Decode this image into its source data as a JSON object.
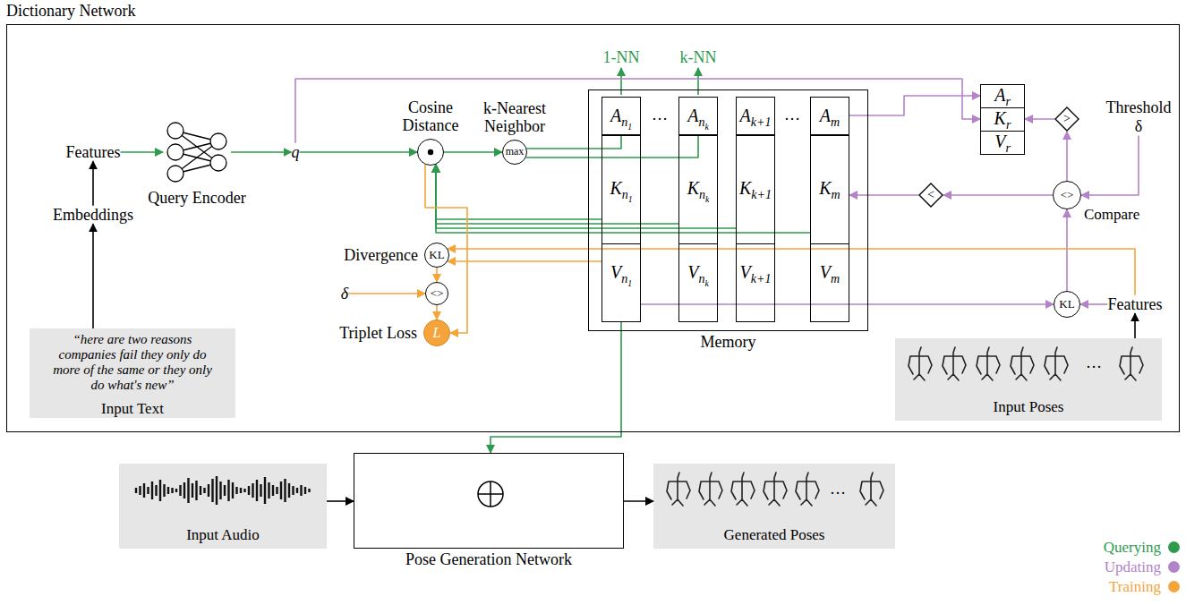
{
  "diagram": {
    "nodes": [
      {
        "text": [
          "Dictionary Network"
        ]
      },
      {
        "text": [
          "“here are two reasons companies fail they only do more of the same or they only do what's new”",
          "Input Text"
        ],
        "in": 0
      },
      {
        "text": [
          "Embeddings"
        ],
        "in": 0
      },
      {
        "text": [
          "Features"
        ],
        "in": 0
      },
      {
        "text": [
          "Query Encoder"
        ],
        "in": 0
      },
      {
        "text": [
          "q"
        ],
        "in": 0
      },
      {
        "text": [
          "Cosine Distance"
        ],
        "in": 0
      },
      {
        "text": [
          "k-Nearest Neighbor",
          "max"
        ],
        "in": 0
      },
      {
        "text": [
          "Memory"
        ],
        "in": 0
      },
      {
        "text": [
          "An1"
        ],
        "in": 8
      },
      {
        "text": [
          "Kn1"
        ],
        "in": 8
      },
      {
        "text": [
          "Vn1"
        ],
        "in": 8
      },
      {
        "text": [
          "Ank"
        ],
        "in": 8
      },
      {
        "text": [
          "Knk"
        ],
        "in": 8
      },
      {
        "text": [
          "Vnk"
        ],
        "in": 8
      },
      {
        "text": [
          "Ak+1"
        ],
        "in": 8
      },
      {
        "text": [
          "Kk+1"
        ],
        "in": 8
      },
      {
        "text": [
          "Vk+1"
        ],
        "in": 8
      },
      {
        "text": [
          "Am"
        ],
        "in": 8
      },
      {
        "text": [
          "Km"
        ],
        "in": 8
      },
      {
        "text": [
          "Vm"
        ],
        "in": 8
      },
      {
        "text": [
          "Ar"
        ],
        "in": 0
      },
      {
        "text": [
          "Kr"
        ],
        "in": 0
      },
      {
        "text": [
          "Vr"
        ],
        "in": 0
      },
      {
        "text": [
          ">"
        ],
        "in": 0
      },
      {
        "text": [
          "<"
        ],
        "in": 0
      },
      {
        "text": [
          "<>",
          "Compare"
        ],
        "in": 0
      },
      {
        "text": [
          "Threshold δ"
        ],
        "in": 0
      },
      {
        "text": [
          "KL"
        ],
        "in": 0
      },
      {
        "text": [
          "Features"
        ],
        "in": 0
      },
      {
        "text": [
          "Input Poses"
        ],
        "in": 0
      },
      {
        "text": [
          "Divergence",
          "KL"
        ],
        "in": 0
      },
      {
        "text": [
          "δ"
        ],
        "in": 0
      },
      {
        "text": [
          "<>"
        ],
        "in": 0
      },
      {
        "text": [
          "Triplet Loss",
          "L"
        ],
        "in": 0
      },
      {
        "text": [
          "Input Audio"
        ]
      },
      {
        "text": [
          "Pose Generation Network"
        ]
      },
      {
        "text": [
          "Generated Poses"
        ]
      }
    ],
    "edges": [
      {
        "from": 1,
        "to": 2,
        "arrow": "to"
      },
      {
        "from": 2,
        "to": 3,
        "arrow": "to"
      },
      {
        "from": 3,
        "to": 4,
        "arrow": "to"
      },
      {
        "from": 4,
        "to": 5,
        "arrow": "to"
      },
      {
        "from": 5,
        "to": 6,
        "arrow": "to"
      },
      {
        "from": 6,
        "to": 7,
        "arrow": "to"
      },
      {
        "from": 7,
        "to": 9,
        "arrow": "none"
      },
      {
        "from": 7,
        "to": 12,
        "arrow": "none"
      },
      {
        "from": 10,
        "to": 6,
        "arrow": "to"
      },
      {
        "from": 13,
        "to": 6,
        "arrow": "to"
      },
      {
        "from": 16,
        "to": 6,
        "arrow": "to"
      },
      {
        "from": 19,
        "to": 6,
        "arrow": "to"
      },
      {
        "from": 11,
        "to": 36,
        "arrow": "to"
      },
      {
        "from": 5,
        "to": 22,
        "arrow": "to"
      },
      {
        "from": 18,
        "to": 21,
        "arrow": "to"
      },
      {
        "from": 26,
        "to": 24,
        "arrow": "to"
      },
      {
        "from": 24,
        "to": 22,
        "arrow": "to"
      },
      {
        "from": 26,
        "to": 25,
        "arrow": "to"
      },
      {
        "from": 25,
        "to": 19,
        "arrow": "to"
      },
      {
        "from": 27,
        "to": 26,
        "arrow": "to"
      },
      {
        "from": 28,
        "to": 26,
        "arrow": "to"
      },
      {
        "from": 29,
        "to": 28,
        "arrow": "to"
      },
      {
        "from": 11,
        "to": 28,
        "arrow": "to"
      },
      {
        "from": 30,
        "to": 29,
        "arrow": "to"
      },
      {
        "from": 29,
        "to": 31,
        "arrow": "to"
      },
      {
        "from": 11,
        "to": 31,
        "arrow": "to"
      },
      {
        "from": 31,
        "to": 33,
        "arrow": "to"
      },
      {
        "from": 32,
        "to": 33,
        "arrow": "to"
      },
      {
        "from": 33,
        "to": 34,
        "arrow": "to"
      },
      {
        "from": 6,
        "to": 34,
        "arrow": "to"
      },
      {
        "from": 35,
        "to": 36,
        "arrow": "to"
      },
      {
        "from": 36,
        "to": 37,
        "arrow": "to"
      }
    ],
    "labels": [
      "1-NN",
      "k-NN",
      "…",
      "…",
      "…",
      "…"
    ],
    "legend": [
      {
        "text": "Querying",
        "color": "#2e9a4e"
      },
      {
        "text": "Updating",
        "color": "#b283c9"
      },
      {
        "text": "Training",
        "color": "#f4a43a"
      }
    ]
  }
}
